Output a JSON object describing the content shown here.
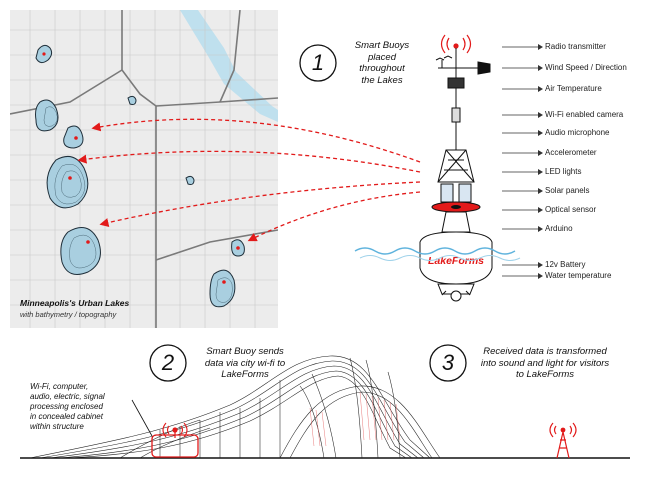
{
  "map": {
    "title": "Minneapolis's Urban Lakes",
    "subtitle": "with bathymetry / topography"
  },
  "step1": {
    "number": "1",
    "lines": [
      "Smart Buoys",
      "placed",
      "throughout",
      "the Lakes"
    ]
  },
  "step2": {
    "number": "2",
    "lines": [
      "Smart Buoy sends",
      "data via city wi-fi to",
      "LakeForms"
    ]
  },
  "step3": {
    "number": "3",
    "lines": [
      "Received data is transformed",
      "into sound and light for visitors",
      "to LakeForms"
    ]
  },
  "cabinet_note": {
    "lines": [
      "Wi-Fi, computer,",
      "audio, electric, signal",
      "processing enclosed",
      "in concealed cabinet",
      "within structure"
    ]
  },
  "buoy": {
    "brand": "LakeForms",
    "components": [
      "Radio transmitter",
      "Wind Speed / Direction",
      "Air Temperature",
      "Wi-Fi enabled camera",
      "Audio microphone",
      "Accelerometer",
      "LED lights",
      "Solar panels",
      "Optical sensor",
      "Arduino",
      "12v Battery",
      "Water temperature"
    ]
  },
  "colors": {
    "accent_red": "#e21a1a",
    "water_blue": "#bfe0ee",
    "lake_fill": "#a9cfe0",
    "map_bg": "#ececec",
    "road": "#7a7a7a"
  }
}
